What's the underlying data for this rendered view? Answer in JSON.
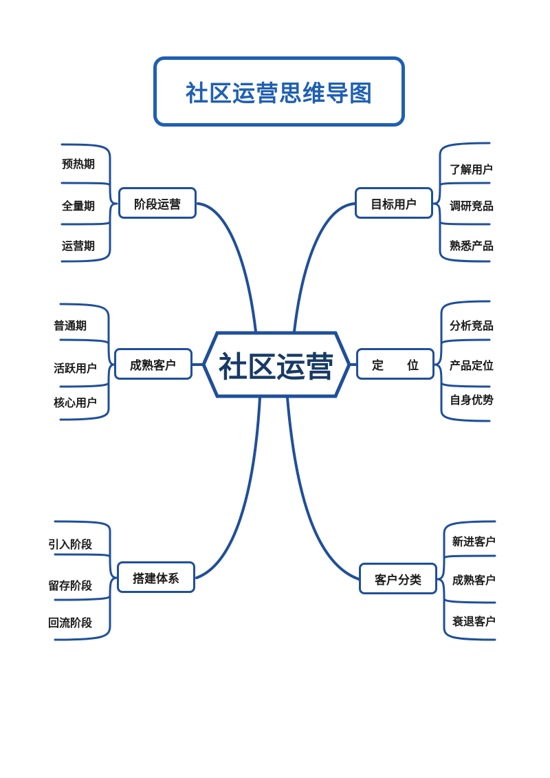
{
  "title": "社区运营思维导图",
  "center": "社区运营",
  "branches": [
    {
      "label": "阶段运营",
      "leaves": [
        "预热期",
        "全量期",
        "运营期"
      ]
    },
    {
      "label": "成熟客户",
      "leaves": [
        "普通期",
        "活跃用户",
        "核心用户"
      ]
    },
    {
      "label": "搭建体系",
      "leaves": [
        "引入阶段",
        "留存阶段",
        "回流阶段"
      ]
    },
    {
      "label": "目标用户",
      "leaves": [
        "了解用户",
        "调研竞品",
        "熟悉产品"
      ]
    },
    {
      "label": "定　　位",
      "leaves": [
        "分析竞品",
        "产品定位",
        "自身优势"
      ]
    },
    {
      "label": "客户分类",
      "leaves": [
        "新进客户",
        "成熟客户",
        "衰退客户"
      ]
    }
  ],
  "colors": {
    "accent": "#1f5fb4",
    "line": "#1f4f9a",
    "center_text": "#173a66"
  }
}
